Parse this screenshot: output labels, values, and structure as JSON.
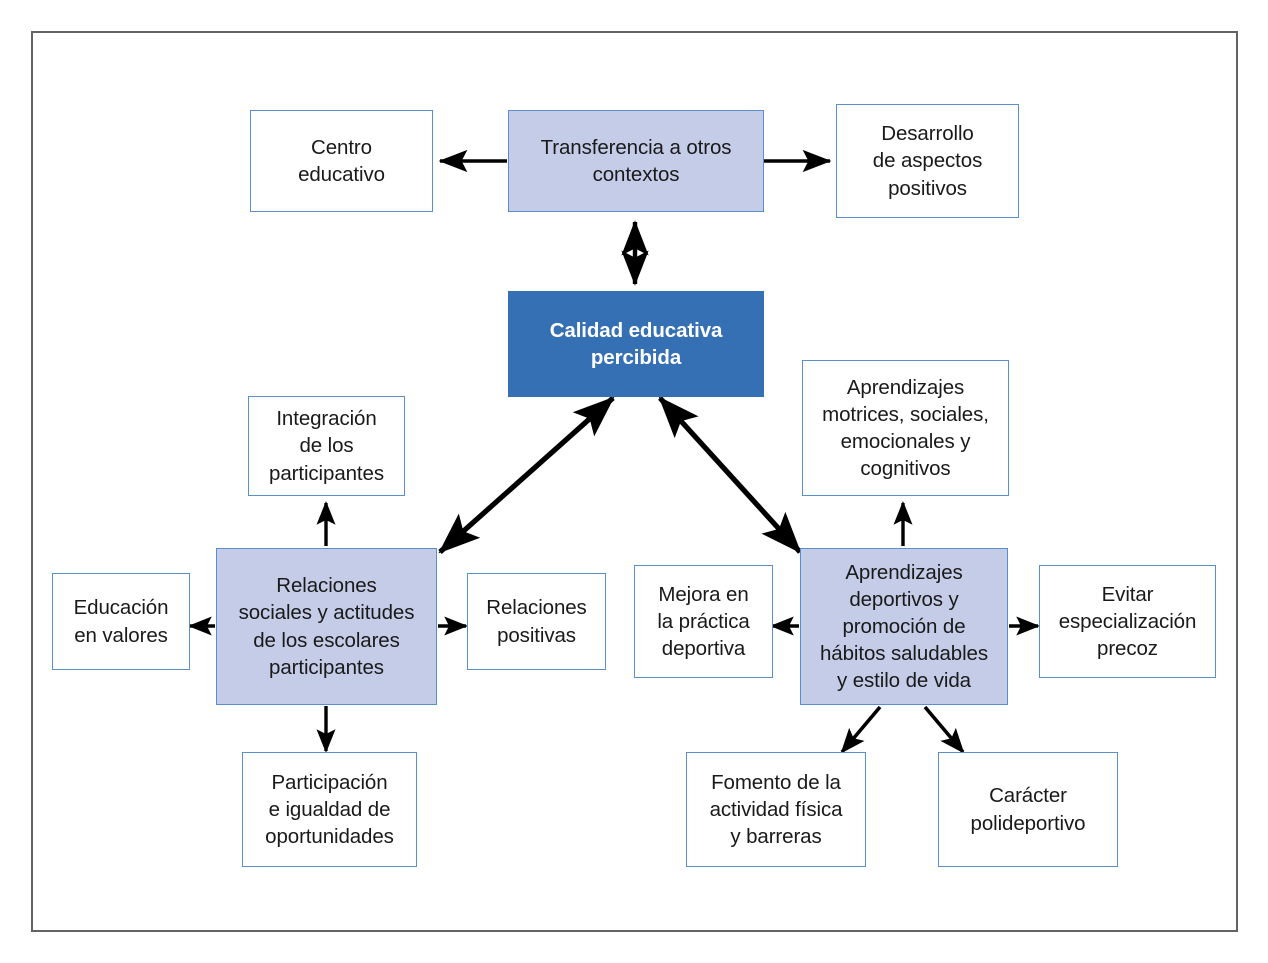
{
  "diagram": {
    "title": "Calidad educativa percibida",
    "colors": {
      "frame_border": "#636363",
      "node_border": "#5b8fcb",
      "node_fill": "#ffffff",
      "highlight_fill": "#c5cce8",
      "primary_fill": "#3570b4",
      "primary_text": "#ffffff",
      "text": "#1a1a1a",
      "arrow": "#000000"
    },
    "nodes": {
      "centro_educativo": "Centro\neducativo",
      "transferencia": "Transferencia a otros\ncontextos",
      "desarrollo_positivos": "Desarrollo\nde aspectos\npositivos",
      "calidad_educativa": "Calidad educativa\npercibida",
      "integracion": "Integración\nde los\nparticipantes",
      "aprendizajes_motrices": "Aprendizajes\nmotrices, sociales,\nemocionales y\ncognitivos",
      "educacion_valores": "Educación\nen valores",
      "relaciones_sociales": "Relaciones\nsociales y actitudes\nde los escolares\nparticipantes",
      "relaciones_positivas": "Relaciones\npositivas",
      "mejora_practica": "Mejora en\nla práctica\ndeportiva",
      "aprendizajes_deportivos": "Aprendizajes\ndeportivos y\npromoción de\nhábitos saludables\ny estilo de vida",
      "evitar_especializacion": "Evitar\nespecialización\nprecoz",
      "participacion_igualdad": "Participación\ne igualdad de\noportunidades",
      "fomento_actividad": "Fomento de la\nactividad física\ny barreras",
      "caracter_polideportivo": "Carácter\npolideportivo"
    },
    "edges": [
      {
        "from": "transferencia",
        "to": "centro_educativo",
        "style": "single"
      },
      {
        "from": "transferencia",
        "to": "desarrollo_positivos",
        "style": "single"
      },
      {
        "from": "transferencia",
        "to": "calidad_educativa",
        "style": "double"
      },
      {
        "from": "relaciones_sociales",
        "to": "calidad_educativa",
        "style": "double"
      },
      {
        "from": "aprendizajes_deportivos",
        "to": "calidad_educativa",
        "style": "double"
      },
      {
        "from": "relaciones_sociales",
        "to": "integracion",
        "style": "single"
      },
      {
        "from": "relaciones_sociales",
        "to": "educacion_valores",
        "style": "single"
      },
      {
        "from": "relaciones_sociales",
        "to": "relaciones_positivas",
        "style": "single"
      },
      {
        "from": "relaciones_sociales",
        "to": "participacion_igualdad",
        "style": "single"
      },
      {
        "from": "aprendizajes_deportivos",
        "to": "aprendizajes_motrices",
        "style": "single"
      },
      {
        "from": "aprendizajes_deportivos",
        "to": "mejora_practica",
        "style": "single"
      },
      {
        "from": "aprendizajes_deportivos",
        "to": "evitar_especializacion",
        "style": "single"
      },
      {
        "from": "aprendizajes_deportivos",
        "to": "fomento_actividad",
        "style": "single"
      },
      {
        "from": "aprendizajes_deportivos",
        "to": "caracter_polideportivo",
        "style": "single"
      }
    ]
  }
}
